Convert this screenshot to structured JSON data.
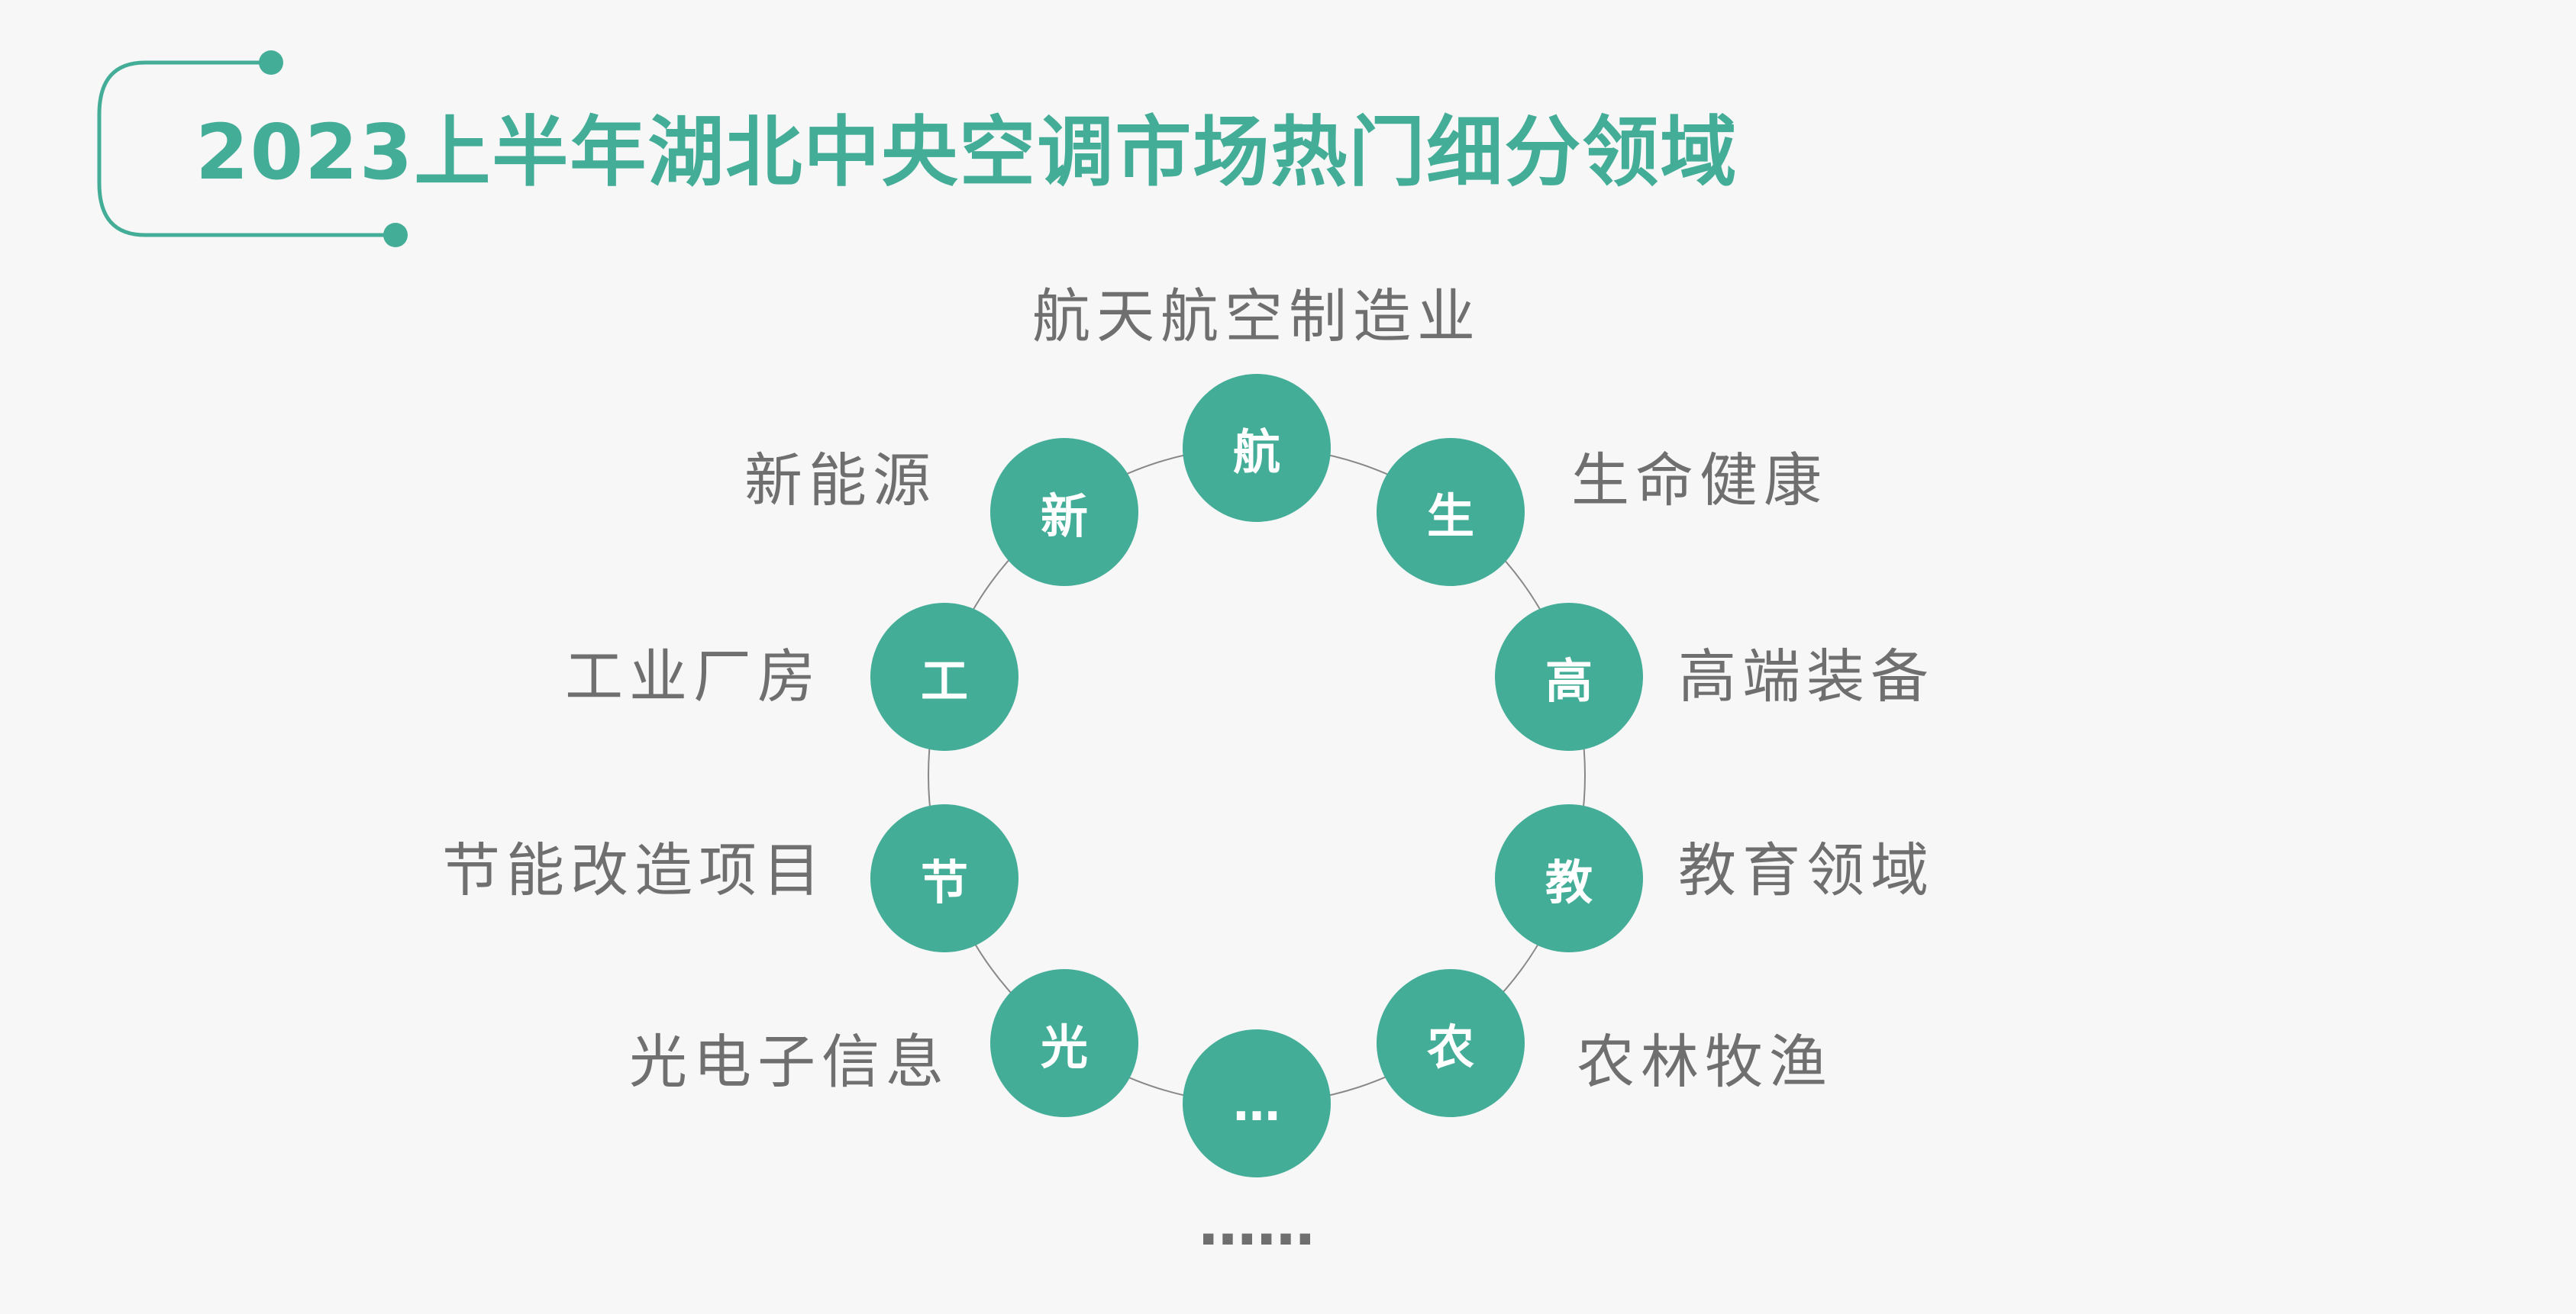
{
  "title": "2023上半年湖北中央空调市场热门细分领域",
  "accent_color": "#43ad98",
  "nodes": [
    {
      "char": "航",
      "label": "航天航空制造业"
    },
    {
      "char": "生",
      "label": "生命健康"
    },
    {
      "char": "高",
      "label": "高端装备"
    },
    {
      "char": "教",
      "label": "教育领域"
    },
    {
      "char": "农",
      "label": "农林牧渔"
    },
    {
      "char": "…",
      "label": "……"
    },
    {
      "char": "光",
      "label": "光电子信息"
    },
    {
      "char": "节",
      "label": "节能改造项目"
    },
    {
      "char": "工",
      "label": "工业厂房"
    },
    {
      "char": "新",
      "label": "新能源"
    }
  ]
}
